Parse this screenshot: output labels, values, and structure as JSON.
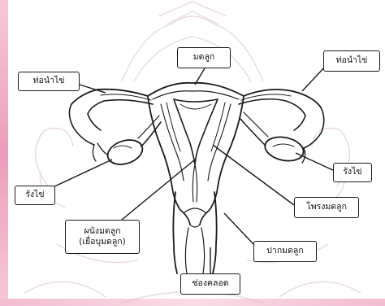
{
  "diagram": {
    "labels": {
      "uterus": "มดลูก",
      "fallopian_tube_left": "ท่อนำไข่",
      "fallopian_tube_right": "ท่อนำไข่",
      "ovary_left": "รังไข่",
      "ovary_right": "รังไข่",
      "uterine_cavity": "โพรงมดลูก",
      "uterine_wall_line1": "ผนังมดลูก",
      "uterine_wall_line2": "(เยื่อบุมดลูก)",
      "cervix": "ปากมดลูก",
      "vagina": "ช่องคลอด"
    },
    "colors": {
      "accent": "#ec9dbb",
      "line": "#1a1a1a",
      "watermark": "#c9a6ad"
    }
  }
}
